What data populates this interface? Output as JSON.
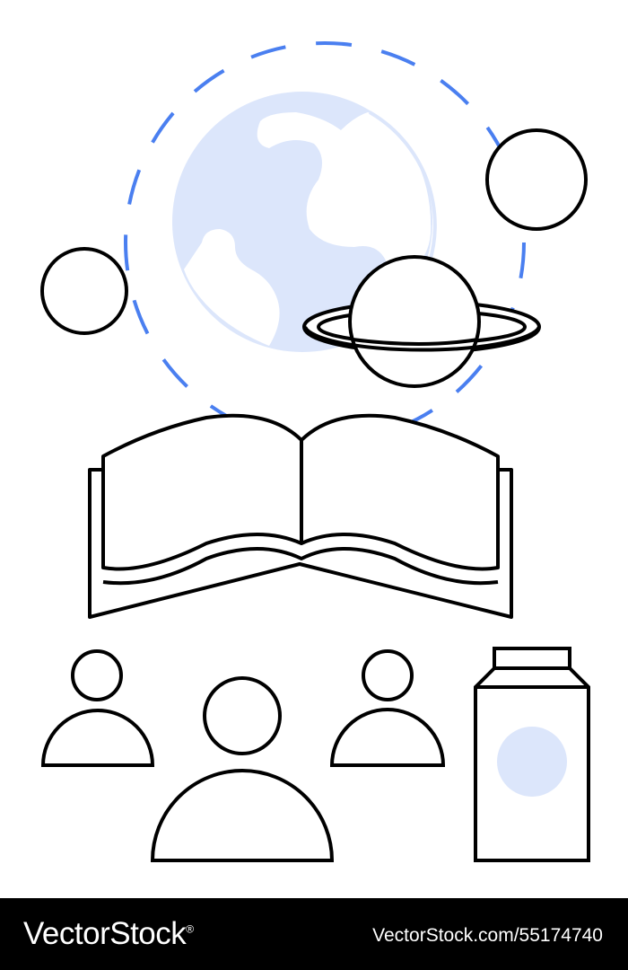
{
  "footer": {
    "brand": "VectorStock",
    "brand_mark": "®",
    "image_id": "VectorStock.com/55174740"
  },
  "colors": {
    "stroke": "#000000",
    "accent_blue": "#4a7ff0",
    "light_blue": "#dce6fb",
    "footer_bg": "#000000",
    "footer_text": "#ffffff"
  },
  "icons": [
    "globe-icon",
    "orbit-path",
    "planet-icon",
    "ringed-planet-icon",
    "open-book-icon",
    "person-icon",
    "milk-carton-icon"
  ]
}
